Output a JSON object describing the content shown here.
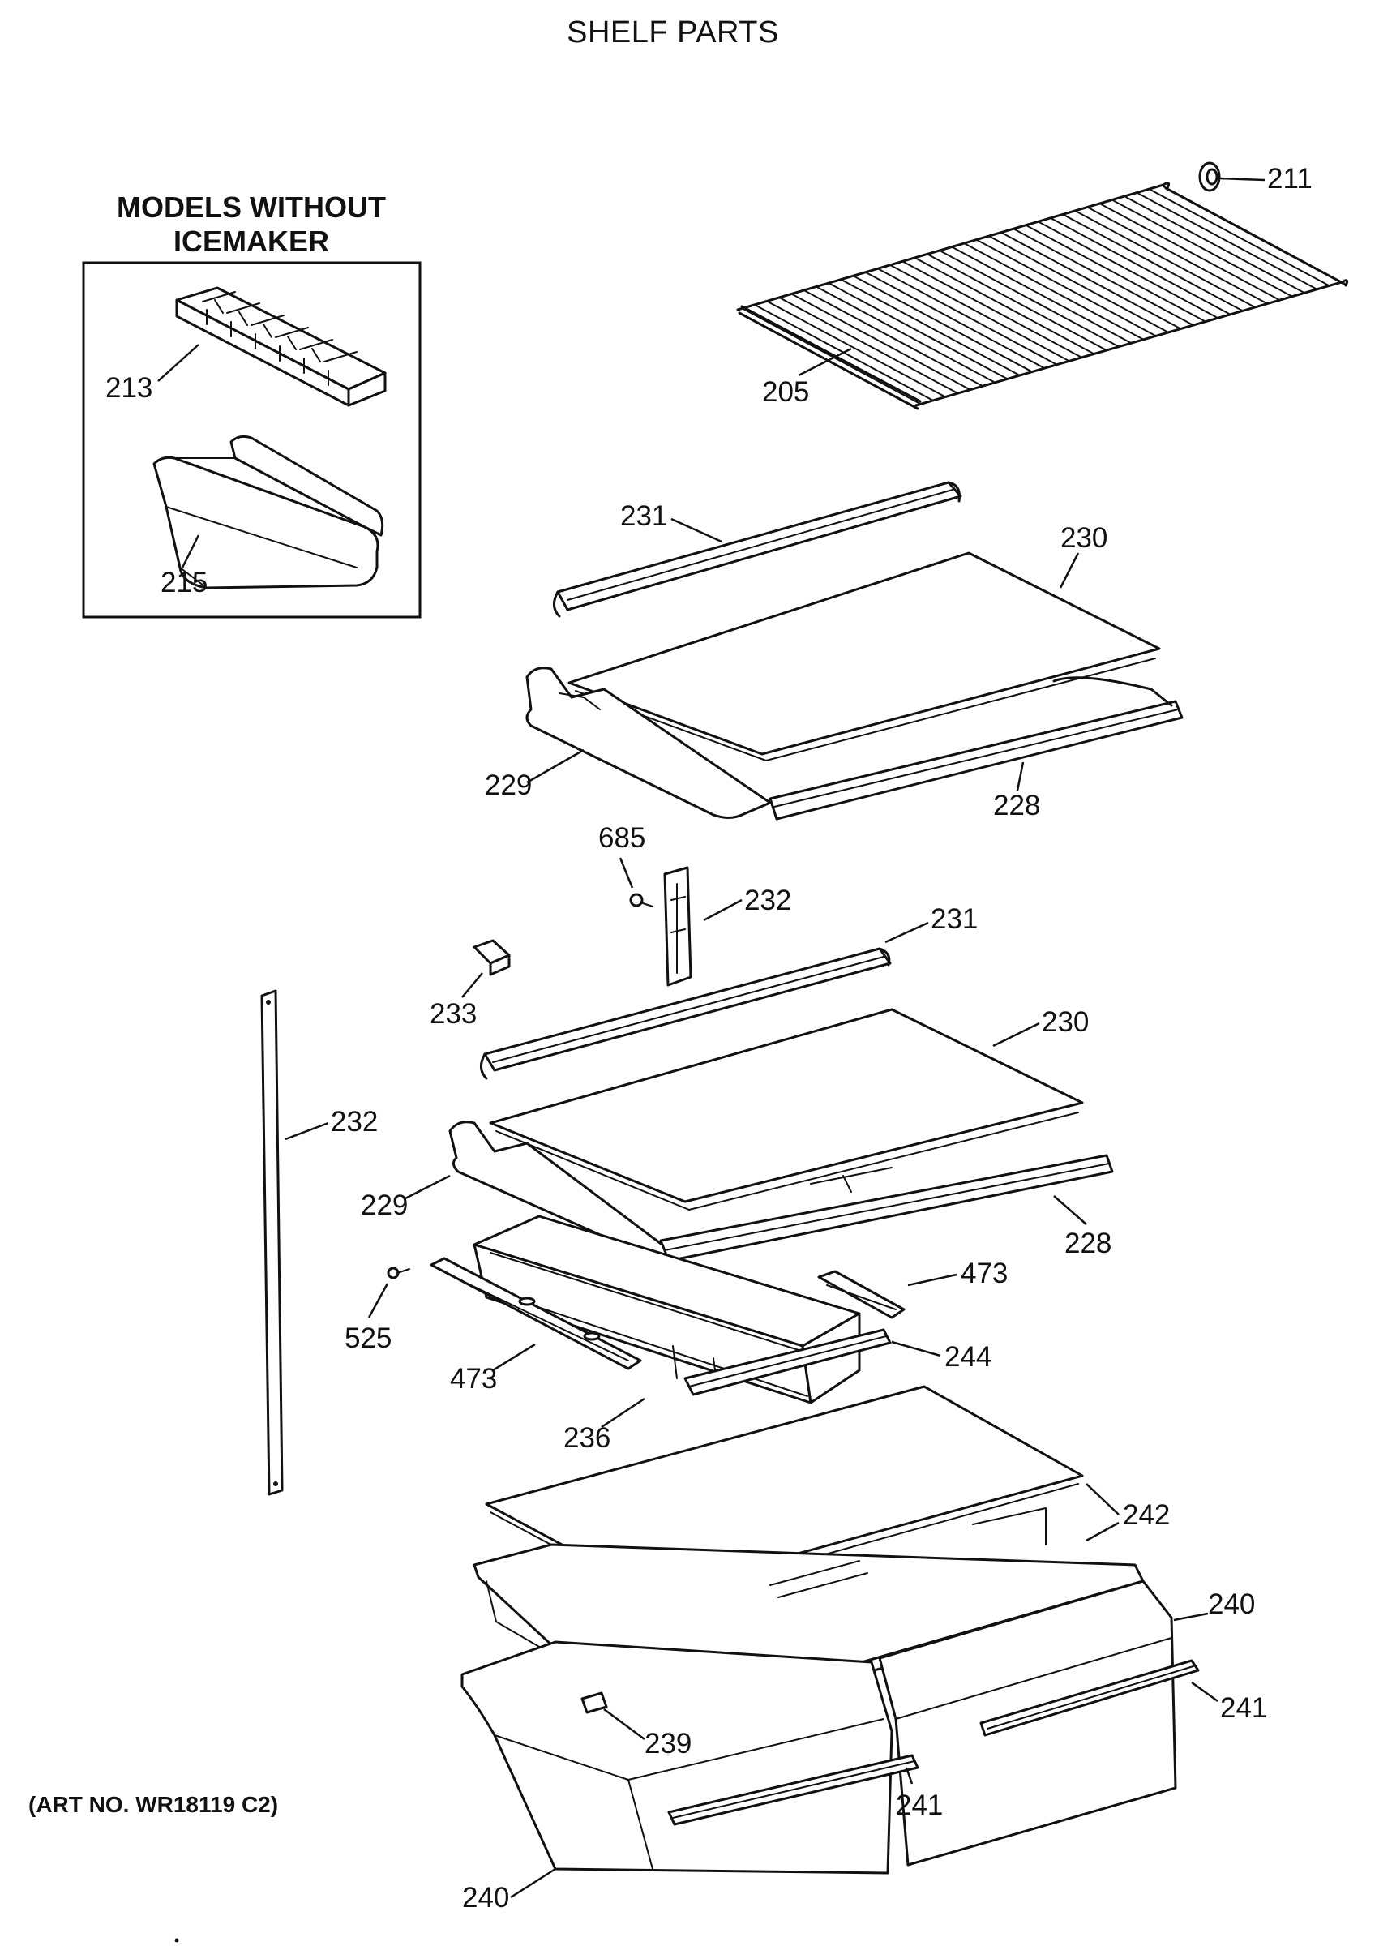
{
  "title": "SHELF PARTS",
  "inset": {
    "heading_line1": "MODELS WITHOUT",
    "heading_line2": "ICEMAKER",
    "labels": [
      "213",
      "215"
    ]
  },
  "callouts": {
    "c211": "211",
    "c205": "205",
    "c231a": "231",
    "c230a": "230",
    "c229a": "229",
    "c228a": "228",
    "c685": "685",
    "c232a": "232",
    "c231b": "231",
    "c233": "233",
    "c230b": "230",
    "c232b": "232",
    "c229b": "229",
    "c228b": "228",
    "c473a": "473",
    "c525": "525",
    "c473b": "473",
    "c244": "244",
    "c236": "236",
    "c242": "242",
    "c240a": "240",
    "c241a": "241",
    "c239": "239",
    "c241b": "241",
    "c240b": "240"
  },
  "art_number": "(ART NO. WR18119 C2)",
  "icons": [
    "ice-tray-icon",
    "ice-bin-icon",
    "wire-shelf-icon",
    "glass-shelf-icon",
    "crisper-drawer-icon"
  ]
}
